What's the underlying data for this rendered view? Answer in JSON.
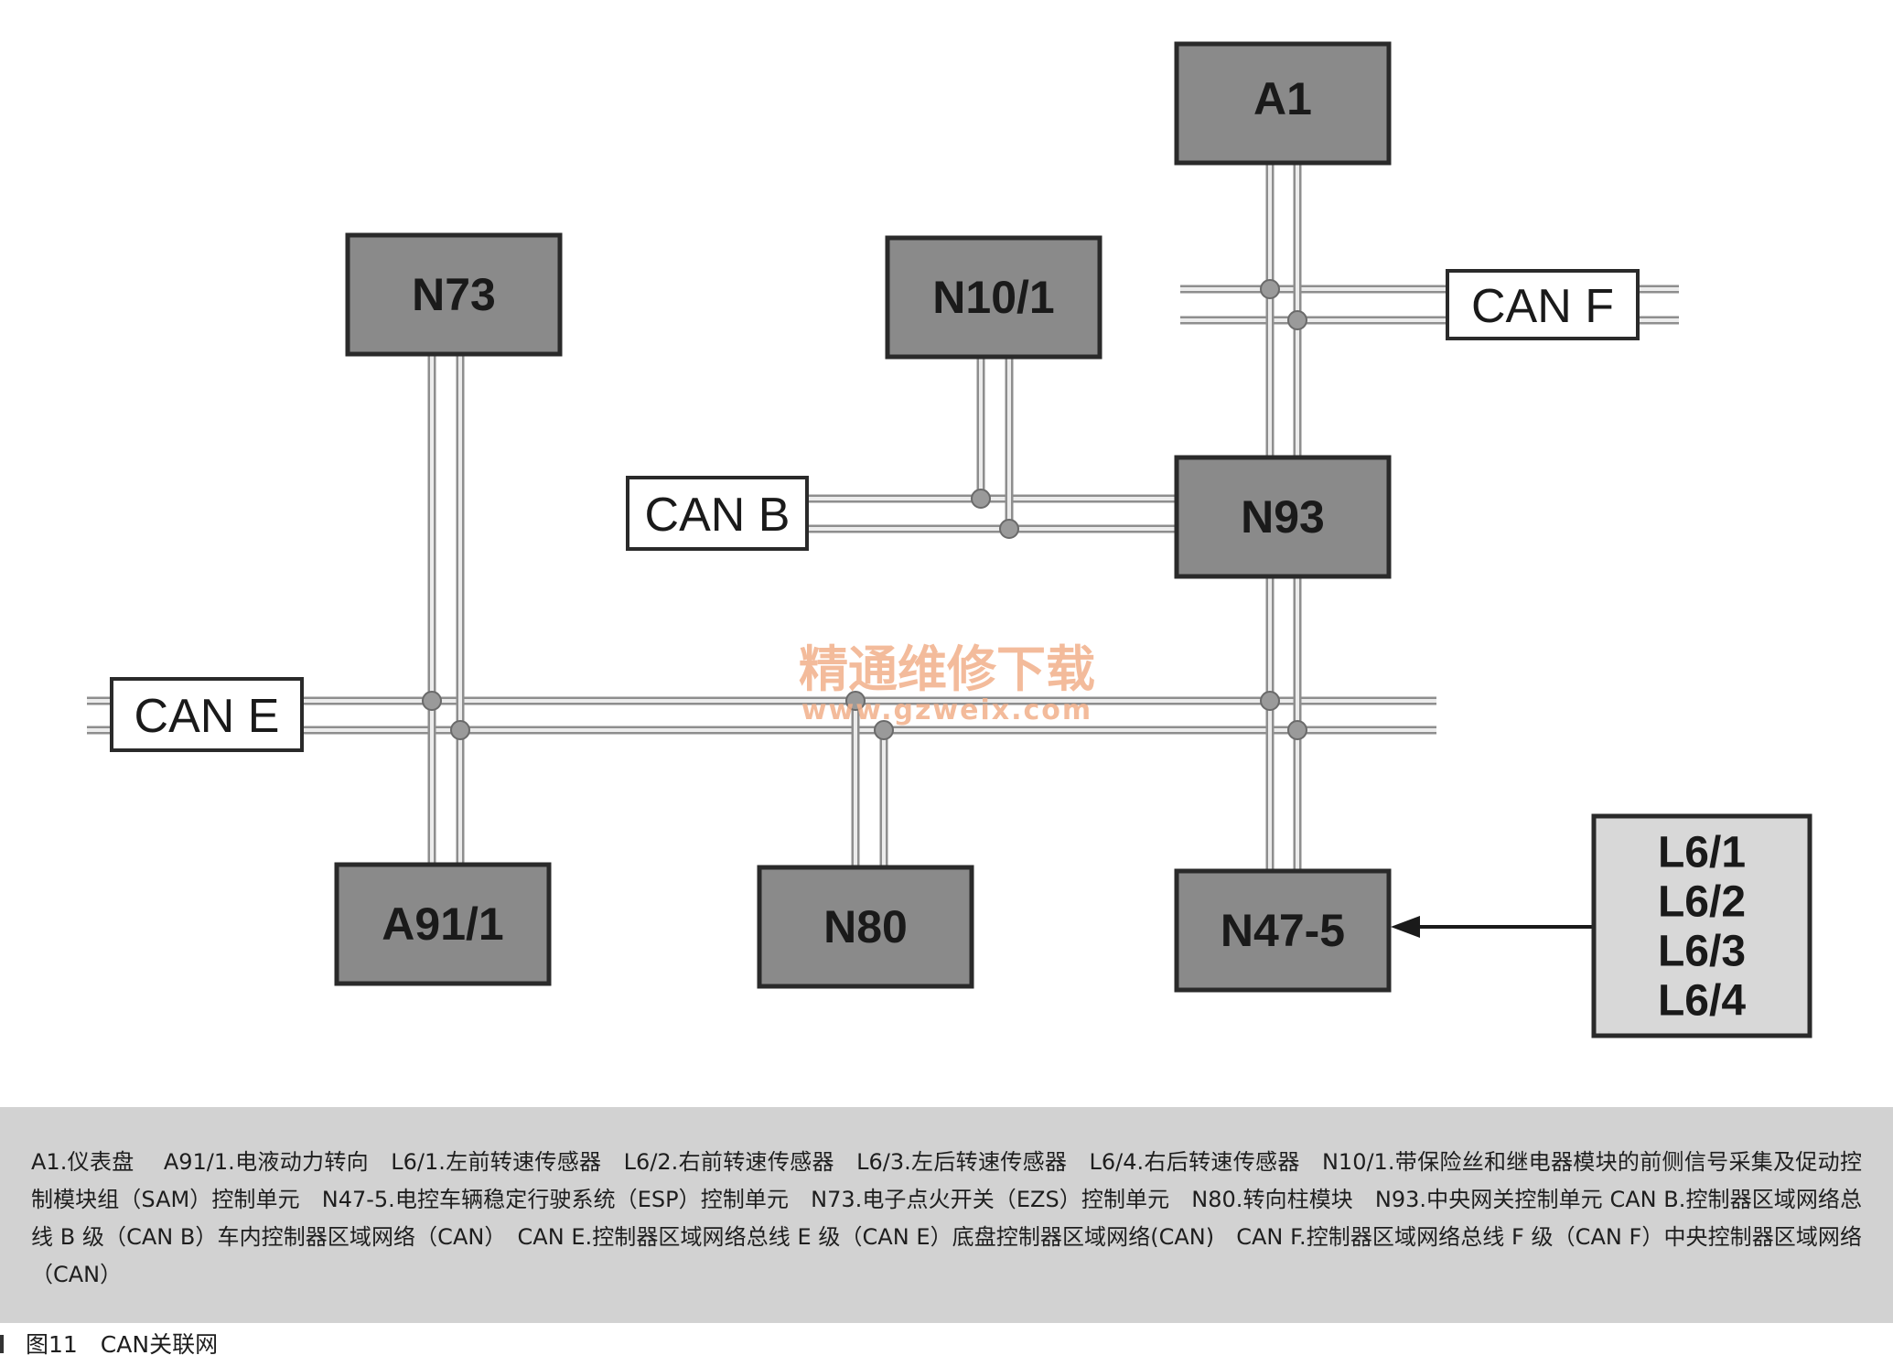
{
  "diagram": {
    "ecus": {
      "a1": "A1",
      "n73": "N73",
      "n10_1": "N10/1",
      "n93": "N93",
      "a91_1": "A91/1",
      "n80": "N80",
      "n47_5": "N47-5"
    },
    "buses": {
      "can_f": "CAN F",
      "can_b": "CAN B",
      "can_e": "CAN E"
    },
    "sensors": [
      "L6/1",
      "L6/2",
      "L6/3",
      "L6/4"
    ]
  },
  "watermark": {
    "text": "精通维修下载",
    "url": "www.gzweix.com"
  },
  "legend": {
    "text": "A1.仪表盘　 A91/1.电液动力转向　L6/1.左前转速传感器　L6/2.右前转速传感器　L6/3.左后转速传感器　L6/4.右后转速传感器　N10/1.带保险丝和继电器模块的前侧信号采集及促动控制模块组（SAM）控制单元　N47-5.电控车辆稳定行驶系统（ESP）控制单元　N73.电子点火开关（EZS）控制单元　N80.转向柱模块　N93.中央网关控制单元 CAN B.控制器区域网络总线 B 级（CAN B）车内控制器区域网络（CAN）　CAN E.控制器区域网络总线 E 级（CAN E）底盘控制器区域网络(CAN)　CAN F.控制器区域网络总线 F 级（CAN F）中央控制器区域网络（CAN）"
  },
  "caption": {
    "text": "图11　CAN关联网"
  }
}
